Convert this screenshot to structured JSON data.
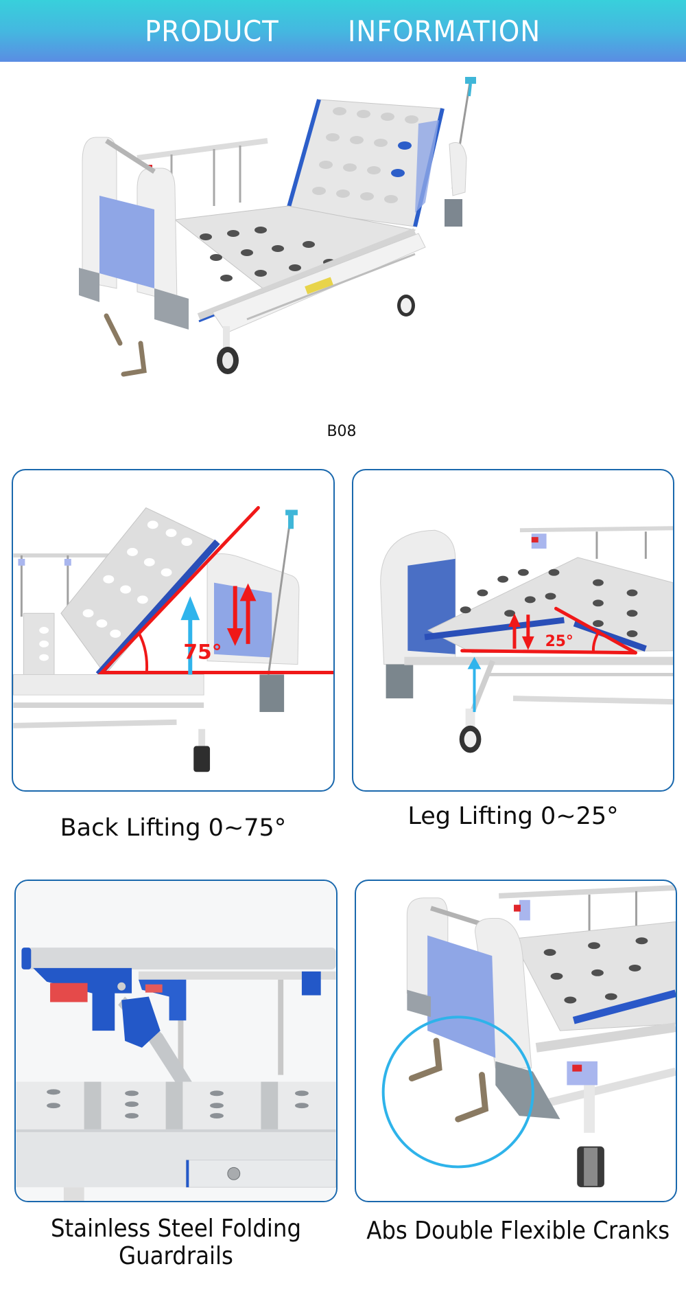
{
  "header": {
    "title": "PRODUCT   INFORMATION",
    "gradient_top": "#38d0db",
    "gradient_bottom": "#5a8de3"
  },
  "hero": {
    "image": "manual-hospital-bed-photo",
    "model": "B08"
  },
  "features": [
    {
      "image": "back-lifting-photo",
      "angle_label": "75°",
      "caption": "Back Lifting 0~75°"
    },
    {
      "image": "leg-lifting-photo",
      "angle_label": "25°",
      "caption": "Leg Lifting 0~25°"
    },
    {
      "image": "folding-guardrail-photo",
      "caption_line1": "Stainless Steel Folding",
      "caption_line2": "Guardrails"
    },
    {
      "image": "double-crank-photo",
      "caption": "Abs Double Flexible Cranks"
    }
  ],
  "colors": {
    "card_border": "#1a68ad",
    "annotation_red": "#f01818",
    "annotation_cyan": "#2fb4ec",
    "bed_blue": "#2a55c0",
    "headboard_lavender": "#8fa6e6"
  }
}
